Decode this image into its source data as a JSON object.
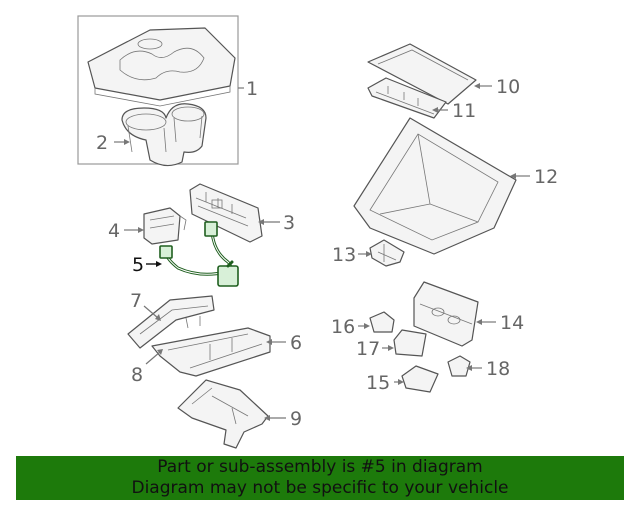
{
  "colors": {
    "banner_bg": "#1d7a0b",
    "highlight": "#1f5f1f",
    "line": "#555555",
    "callout_text": "#666666"
  },
  "callouts": [
    {
      "id": "1",
      "label": "1"
    },
    {
      "id": "2",
      "label": "2"
    },
    {
      "id": "3",
      "label": "3"
    },
    {
      "id": "4",
      "label": "4"
    },
    {
      "id": "5",
      "label": "5",
      "selected": true
    },
    {
      "id": "6",
      "label": "6"
    },
    {
      "id": "7",
      "label": "7"
    },
    {
      "id": "8",
      "label": "8"
    },
    {
      "id": "9",
      "label": "9"
    },
    {
      "id": "10",
      "label": "10"
    },
    {
      "id": "11",
      "label": "11"
    },
    {
      "id": "12",
      "label": "12"
    },
    {
      "id": "13",
      "label": "13"
    },
    {
      "id": "14",
      "label": "14"
    },
    {
      "id": "15",
      "label": "15"
    },
    {
      "id": "16",
      "label": "16"
    },
    {
      "id": "17",
      "label": "17"
    },
    {
      "id": "18",
      "label": "18"
    }
  ],
  "banner": {
    "line1": "Part or sub-assembly is #5 in diagram",
    "line2": "Diagram may not be specific to your vehicle"
  }
}
